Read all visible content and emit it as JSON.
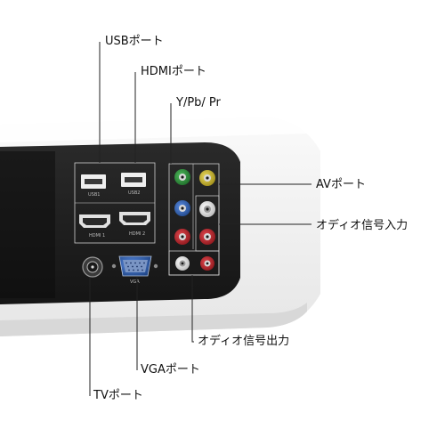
{
  "labels": {
    "usb": "USBポート",
    "hdmi": "HDMIポート",
    "ypbpr": "Y/Pb/ Pr",
    "av": "AVポート",
    "audio_in": "オディオ信号入力",
    "audio_out": "オディオ信号出力",
    "vga": "VGAポート",
    "tv": "TVポート"
  },
  "panel_marks": {
    "usb1": "USB1",
    "usb2": "USB2",
    "hdmi1": "HDMI 1",
    "hdmi2": "HDMI 2",
    "vga": "VGA"
  },
  "colors": {
    "projector_body": "#f2f2f2",
    "panel": "#1c1c1c",
    "leader_line": "#222222",
    "jack_green": "#2e8b3a",
    "jack_blue": "#2f5fb0",
    "jack_red": "#b8242a",
    "jack_yellow": "#c9b52a",
    "jack_white": "#e8e8e8",
    "vga_blue": "#5a77a6"
  }
}
